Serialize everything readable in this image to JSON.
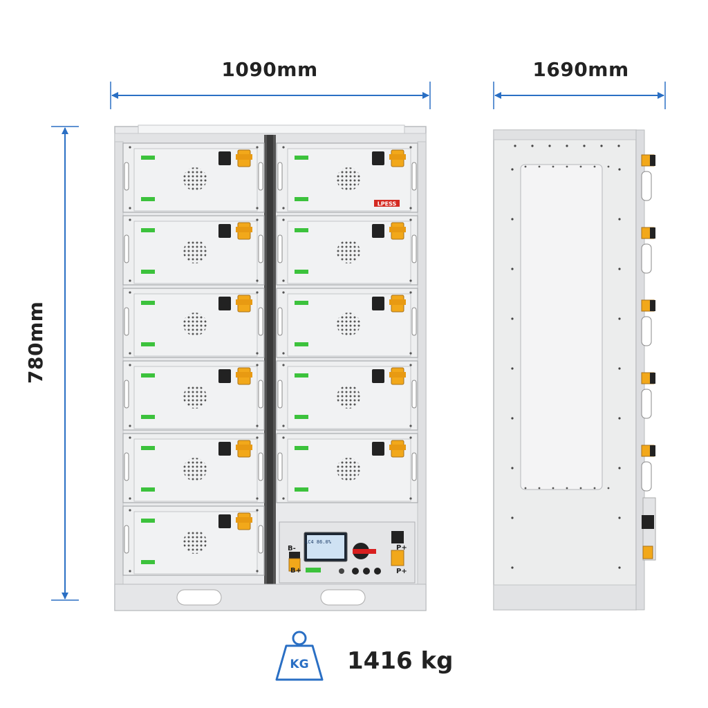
{
  "dimensions": {
    "width": "1090mm",
    "depth": "1690mm",
    "height": "780mm"
  },
  "brand_badge": "LPESS",
  "weight": {
    "value": "1416 kg",
    "icon_label": "KG"
  },
  "control_panel": {
    "display_text": "LC4 86.0%",
    "terminal_b_minus": "B-",
    "terminal_b_plus": "B+",
    "terminal_p_plus_top": "P+",
    "terminal_p_plus_bottom": "P+"
  },
  "colors": {
    "dimension_line": "#2a6fc4",
    "cabinet": "#e8e9eb",
    "accent_connector": "#f2a81a",
    "handle_green": "#3cc23c",
    "breaker_red": "#d81f1f",
    "brand_red": "#d42a22"
  },
  "icons": [
    "weight-icon",
    "dimension-arrow",
    "fan-grille-icon",
    "power-connector-icon",
    "rotary-switch-icon"
  ]
}
